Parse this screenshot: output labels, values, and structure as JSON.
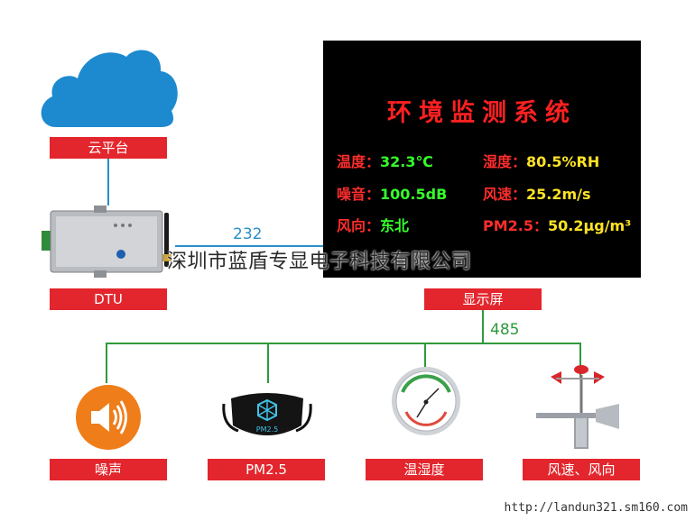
{
  "cloud": {
    "label": "云平台"
  },
  "dtu": {
    "label": "DTU",
    "link_label": "232"
  },
  "screen": {
    "title": "环境监测系统",
    "rows": [
      {
        "key": "温度：",
        "value": "32.3℃"
      },
      {
        "key": "湿度：",
        "value": "80.5%RH"
      },
      {
        "key": "噪音：",
        "value": "100.5dB"
      },
      {
        "key": "风速：",
        "value": "25.2m/s"
      },
      {
        "key": "风向：",
        "value": "东北"
      },
      {
        "key": "PM2.5：",
        "value": "50.2μg/m³"
      }
    ],
    "label": "显示屏",
    "bus_label": "485"
  },
  "sensors": [
    {
      "label": "噪声",
      "icon": "speaker-icon"
    },
    {
      "label": "PM2.5",
      "icon": "mask-icon",
      "icon_text": "PM2.5"
    },
    {
      "label": "温湿度",
      "icon": "hygrometer-icon"
    },
    {
      "label": "风速、风向",
      "icon": "anemometer-icon"
    }
  ],
  "watermark": "深圳市蓝盾专显电子科技有限公司",
  "url": "http://landun321.sm160.com",
  "colors": {
    "tag_red": "#e3262d",
    "blue_line": "#2a8ec9",
    "green_line": "#2f9a3c",
    "screen_bg": "#000000"
  }
}
